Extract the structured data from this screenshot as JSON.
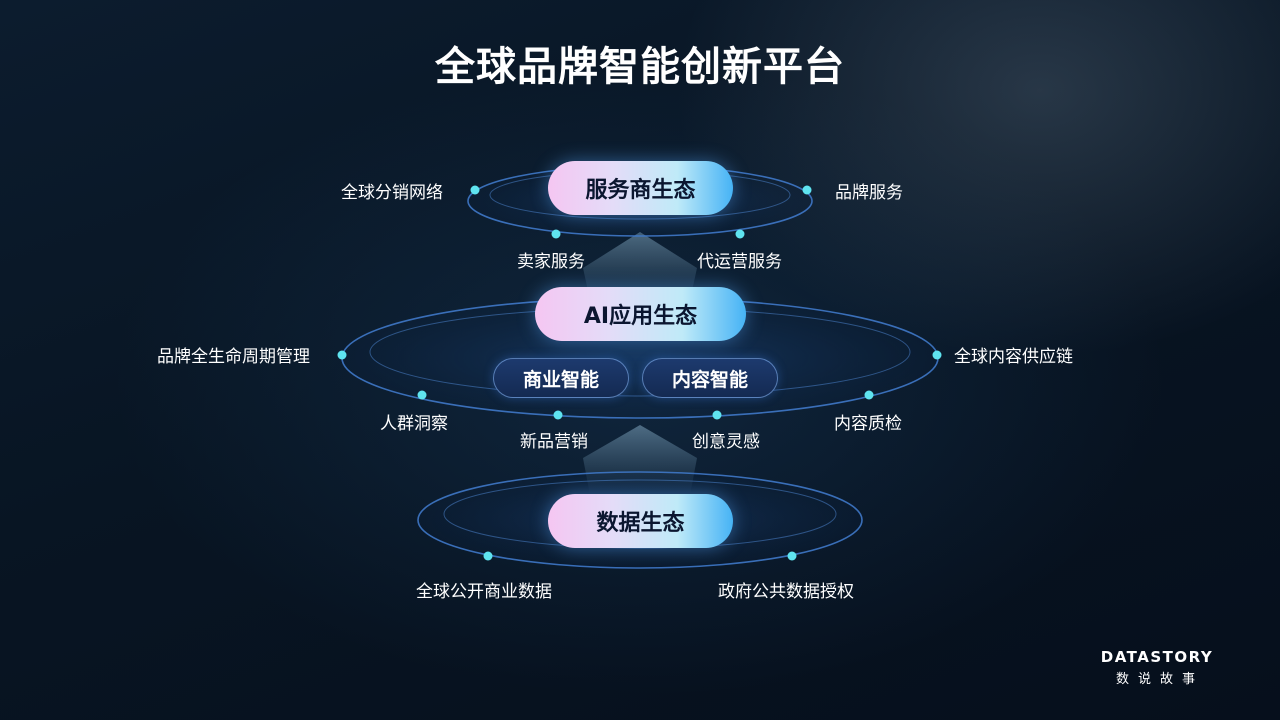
{
  "title": "全球品牌智能创新平台",
  "layers": {
    "top": {
      "label": "服务商生态",
      "nodes": [
        "全球分销网络",
        "品牌服务",
        "卖家服务",
        "代运营服务"
      ]
    },
    "middle": {
      "label": "AI应用生态",
      "sub_modules": [
        "商业智能",
        "内容智能"
      ],
      "nodes": [
        "品牌全生命周期管理",
        "全球内容供应链",
        "人群洞察",
        "新品营销",
        "创意灵感",
        "内容质检"
      ]
    },
    "bottom": {
      "label": "数据生态",
      "nodes": [
        "全球公开商业数据",
        "政府公共数据授权"
      ]
    }
  },
  "colors": {
    "node_dot": "#5fe4f0",
    "ring": "#3f78c8",
    "pill_gradient_start": "#f5c6f2",
    "pill_gradient_end": "#46b3f5"
  },
  "logo": {
    "en": "DATASTORY",
    "cn": "数说故事"
  }
}
